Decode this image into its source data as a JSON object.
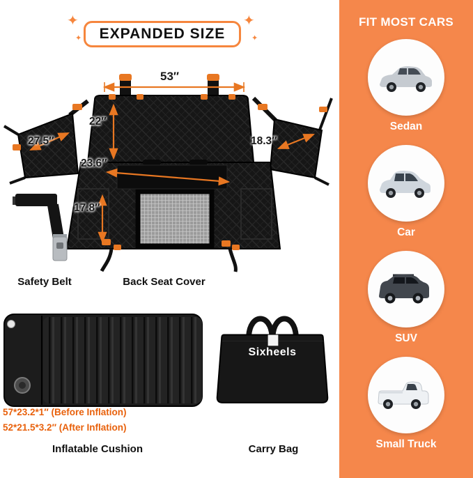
{
  "accent": "#E87722",
  "title": {
    "text": "EXPANDED SIZE"
  },
  "icons": {
    "sparkle": "✦"
  },
  "measurements": {
    "top_width": "53″",
    "backrest_height": "22″",
    "left_flap": "27.5″",
    "right_flap": "18.3″",
    "seat_depth": "23.6″",
    "front_height": "17.8″"
  },
  "products": {
    "safety_belt": "Safety Belt",
    "back_seat_cover": "Back Seat Cover",
    "inflatable_cushion": "Inflatable Cushion",
    "carry_bag": "Carry Bag"
  },
  "cushion_specs": {
    "before_inflation": "57*23.2*1″ (Before Inflation)",
    "after_inflation": "52*21.5*3.2″ (After Inflation)"
  },
  "carry_bag_brand": "Sixheels",
  "sidebar": {
    "title": "FIT MOST CARS",
    "background": "#F5874B",
    "items": [
      {
        "label": "Sedan"
      },
      {
        "label": "Car"
      },
      {
        "label": "SUV"
      },
      {
        "label": "Small Truck"
      }
    ]
  }
}
